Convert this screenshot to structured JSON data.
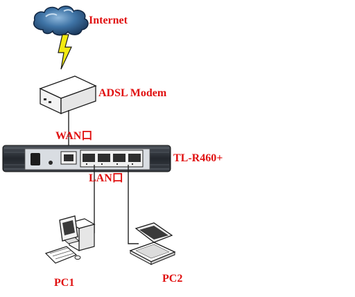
{
  "labels": {
    "internet": "Internet",
    "modem": "ADSL Modem",
    "wan_port": "WAN口",
    "router": "TL-R460+",
    "lan_port": "LAN口",
    "pc1": "PC1",
    "pc2": "PC2"
  },
  "colors": {
    "label": "#e01010",
    "cloud_dark": "#1b3e66",
    "cloud_light": "#4f86b8",
    "lightning": "#f2ea12",
    "router_body": "#2b2f36",
    "cable": "#222222"
  },
  "icons": {
    "cloud": "cloud-icon",
    "lightning": "lightning-bolt-icon",
    "modem": "modem-icon",
    "router": "router-icon",
    "pc1": "desktop-pc-icon",
    "pc2": "laptop-icon"
  }
}
